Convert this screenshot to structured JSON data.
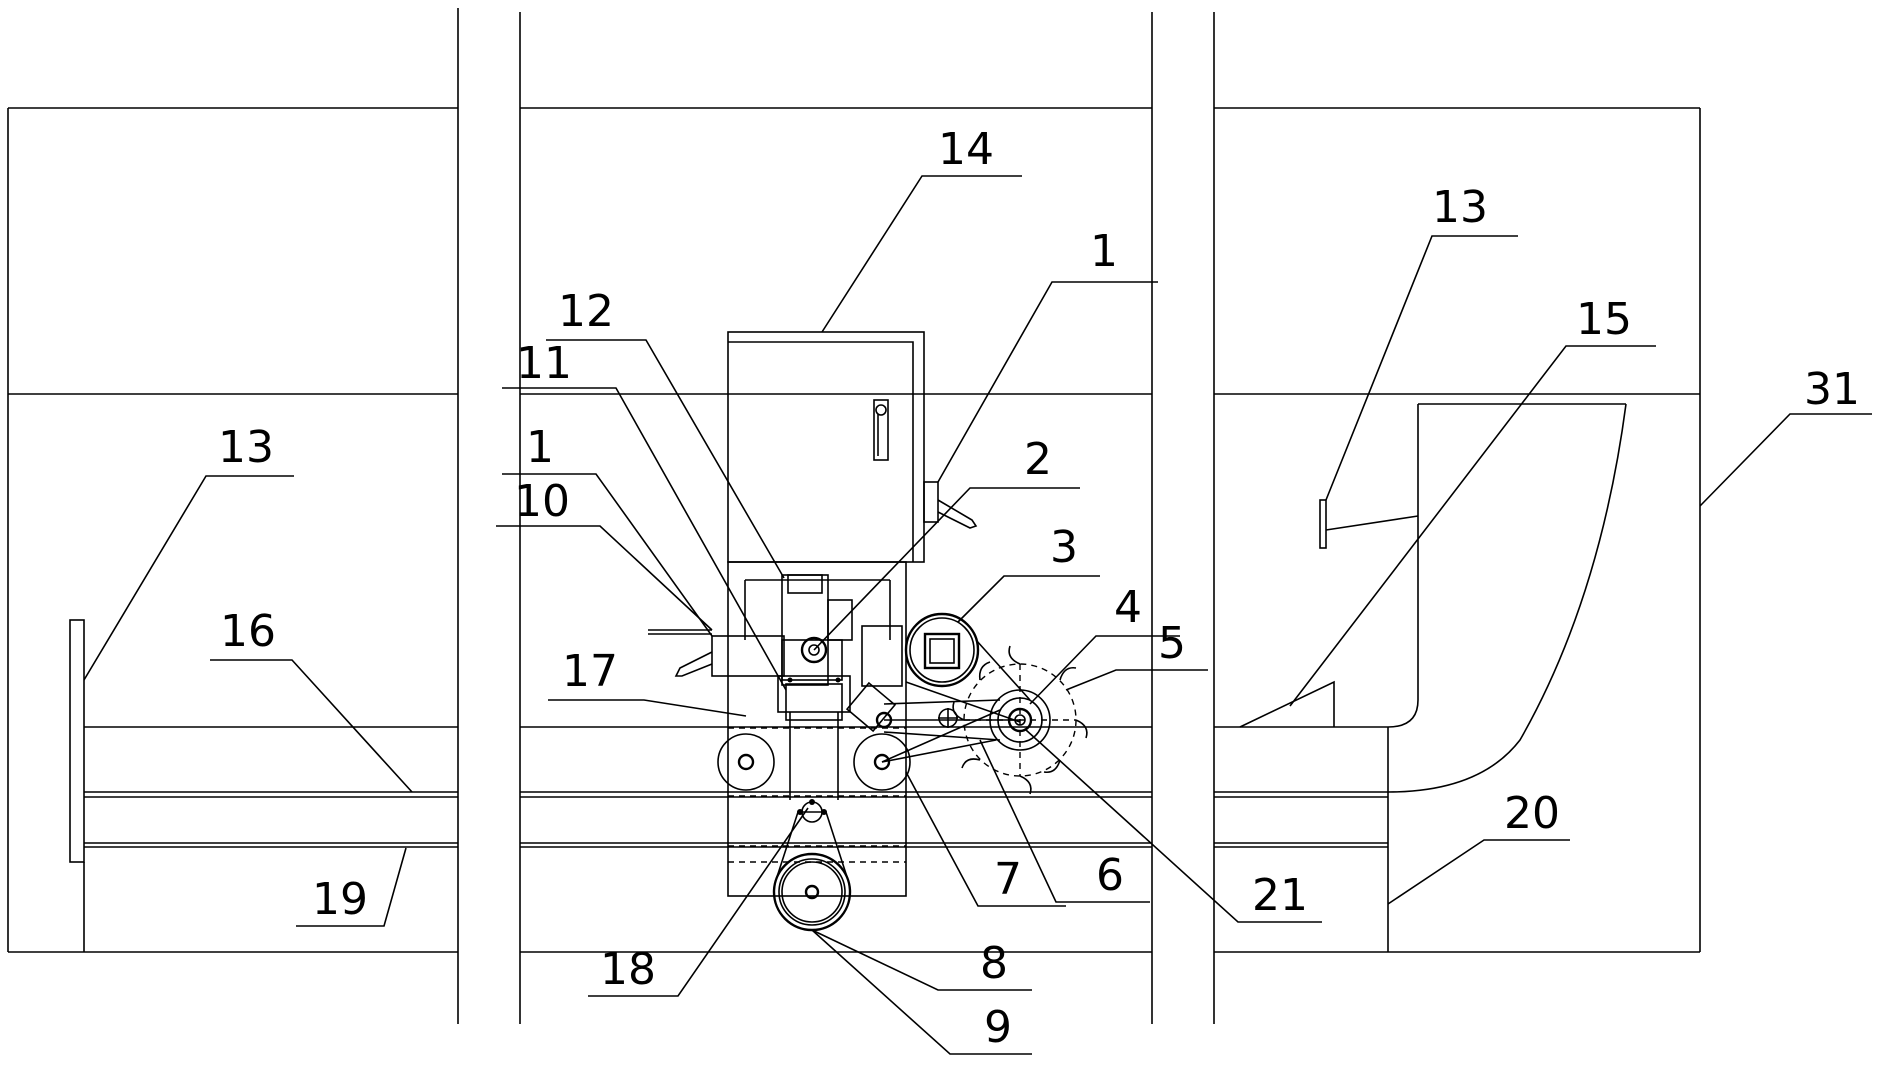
{
  "labels": {
    "l14": "14",
    "l1_top": "1",
    "l12": "12",
    "l11": "11",
    "l1_left": "1",
    "l10": "10",
    "l2": "2",
    "l3": "3",
    "l4": "4",
    "l5": "5",
    "l13_left": "13",
    "l13_right": "13",
    "l15": "15",
    "l31": "31",
    "l16": "16",
    "l17": "17",
    "l19": "19",
    "l7": "7",
    "l6": "6",
    "l21": "21",
    "l20": "20",
    "l18": "18",
    "l8": "8",
    "l9": "9"
  }
}
